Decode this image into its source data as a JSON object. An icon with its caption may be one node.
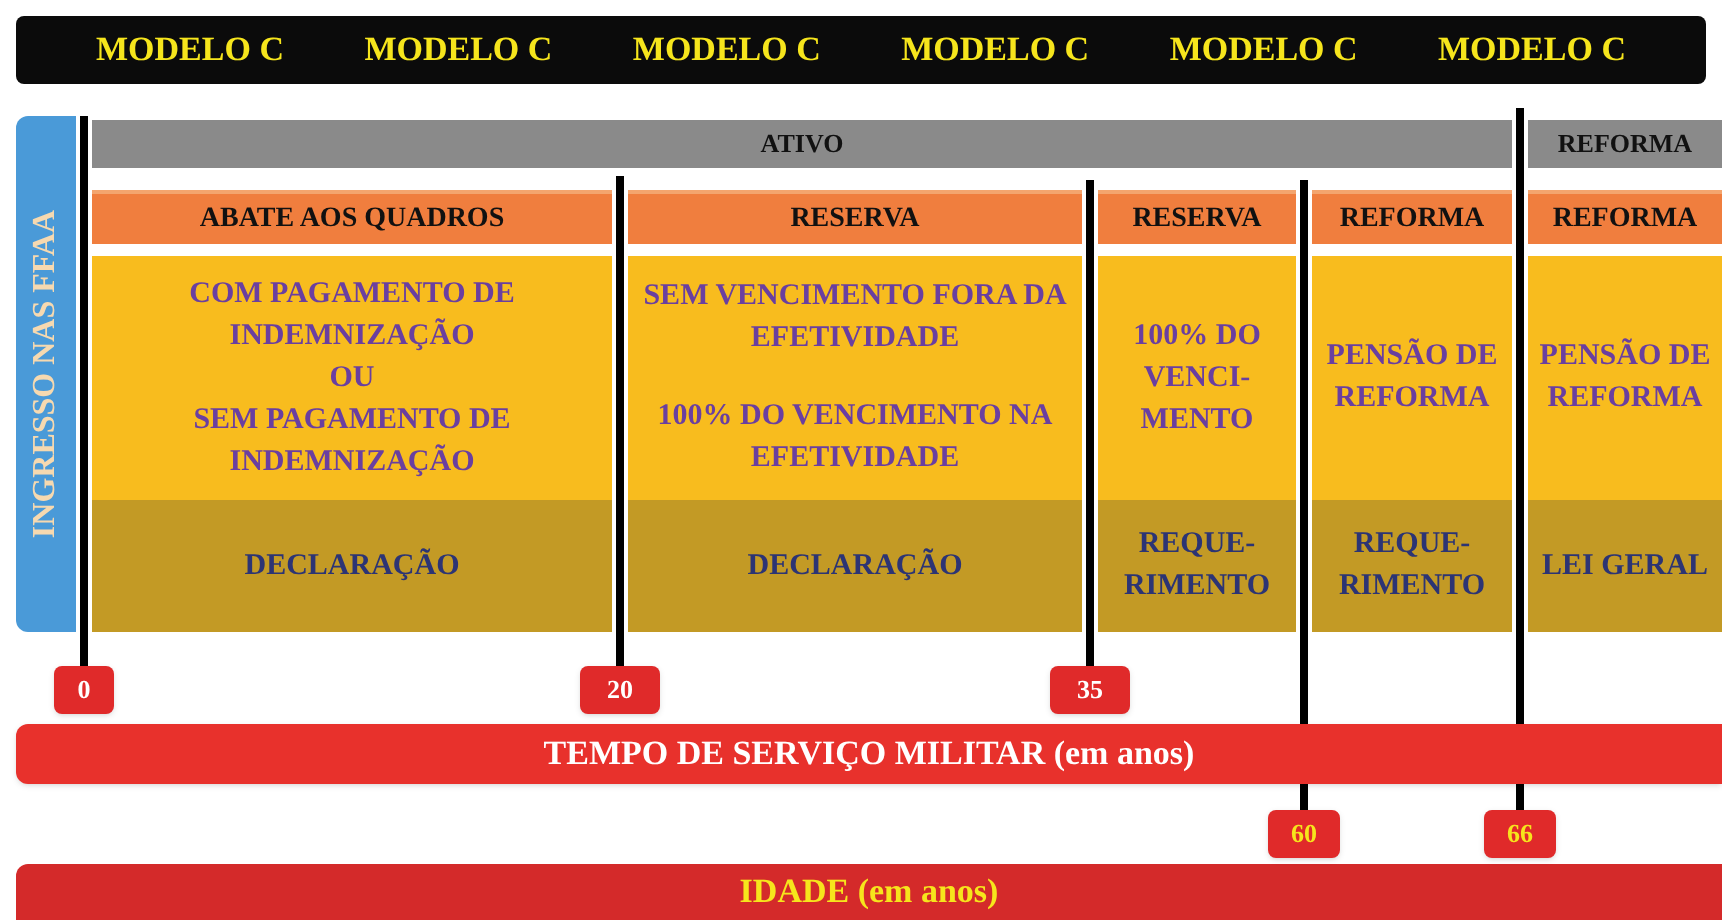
{
  "diagram": {
    "nodes": [
      {
        "text": [
          "MODELO C",
          "MODELO C",
          "MODELO C",
          "MODELO C",
          "MODELO C",
          "MODELO C"
        ]
      },
      {
        "text": [
          "INGRESSO NAS FFAA"
        ]
      },
      {
        "text": [
          "ATIVO"
        ]
      },
      {
        "text": [
          "REFORMA"
        ]
      },
      {
        "text": [
          "ABATE AOS QUADROS"
        ]
      },
      {
        "text": [
          "RESERVA"
        ]
      },
      {
        "text": [
          "RESERVA"
        ]
      },
      {
        "text": [
          "REFORMA"
        ]
      },
      {
        "text": [
          "REFORMA"
        ]
      },
      {
        "text": [
          "COM PAGAMENTO DE INDEMNIZAÇÃO",
          "OU",
          "SEM PAGAMENTO DE INDEMNIZAÇÃO"
        ]
      },
      {
        "text": [
          "SEM VENCIMENTO FORA DA EFETIVIDADE",
          "100% DO VENCIMENTO NA EFETIVIDADE"
        ]
      },
      {
        "text": [
          "100% DO VENCI- MENTO"
        ]
      },
      {
        "text": [
          "PENSÃO DE REFORMA"
        ]
      },
      {
        "text": [
          "PENSÃO DE REFORMA"
        ]
      },
      {
        "text": [
          "DECLARAÇÃO"
        ]
      },
      {
        "text": [
          "DECLARAÇÃO"
        ]
      },
      {
        "text": [
          "REQUE- RIMENTO"
        ]
      },
      {
        "text": [
          "REQUE- RIMENTO"
        ]
      },
      {
        "text": [
          "LEI GERAL"
        ]
      },
      {
        "text": [
          "TEMPO DE SERVIÇO MILITAR (em anos)"
        ]
      },
      {
        "text": [
          "0"
        ]
      },
      {
        "text": [
          "20"
        ]
      },
      {
        "text": [
          "35"
        ]
      },
      {
        "text": [
          "IDADE (em anos)"
        ]
      },
      {
        "text": [
          "60"
        ]
      },
      {
        "text": [
          "66"
        ]
      }
    ]
  }
}
